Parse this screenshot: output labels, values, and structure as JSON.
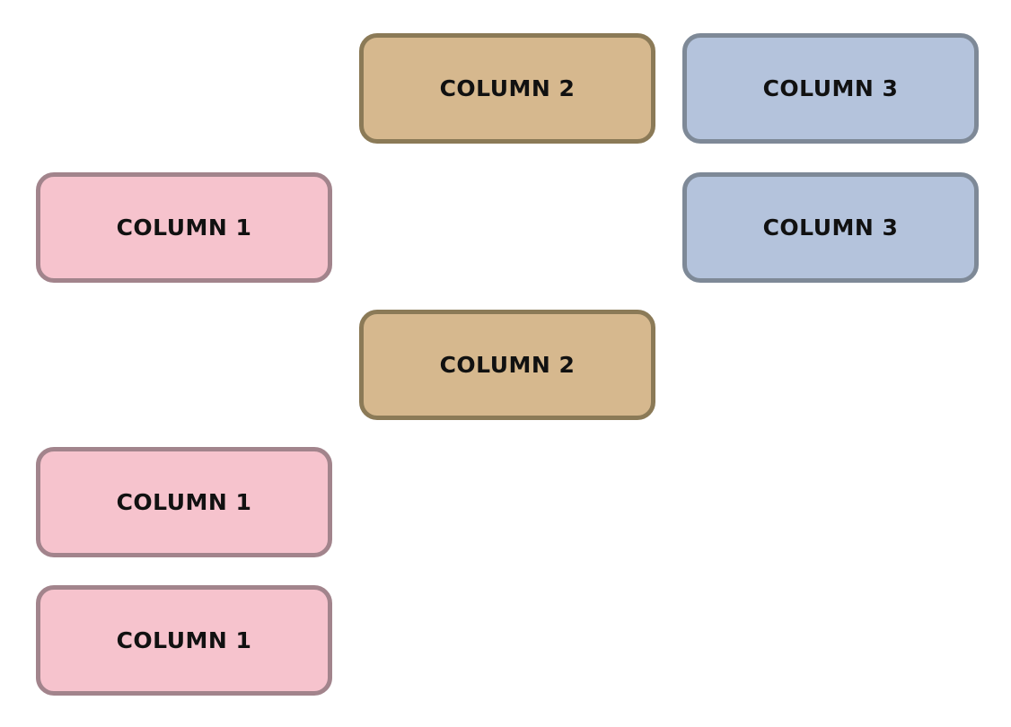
{
  "board": {
    "background": "#ffffff",
    "text_color": "#111111",
    "palette": {
      "1": {
        "name": "pink",
        "fill": "#f6c3cd",
        "border": "#a2848c"
      },
      "2": {
        "name": "tan",
        "fill": "#d6b88e",
        "border": "#8b7a57"
      },
      "3": {
        "name": "blue",
        "fill": "#b4c3dc",
        "border": "#7e8997"
      }
    },
    "cards": [
      {
        "label": "COLUMN 2",
        "column": 2,
        "row": 1
      },
      {
        "label": "COLUMN 3",
        "column": 3,
        "row": 1
      },
      {
        "label": "COLUMN 1",
        "column": 1,
        "row": 2
      },
      {
        "label": "COLUMN 3",
        "column": 3,
        "row": 2
      },
      {
        "label": "COLUMN 2",
        "column": 2,
        "row": 3
      },
      {
        "label": "COLUMN 1",
        "column": 1,
        "row": 4
      },
      {
        "label": "COLUMN 1",
        "column": 1,
        "row": 5
      }
    ]
  }
}
